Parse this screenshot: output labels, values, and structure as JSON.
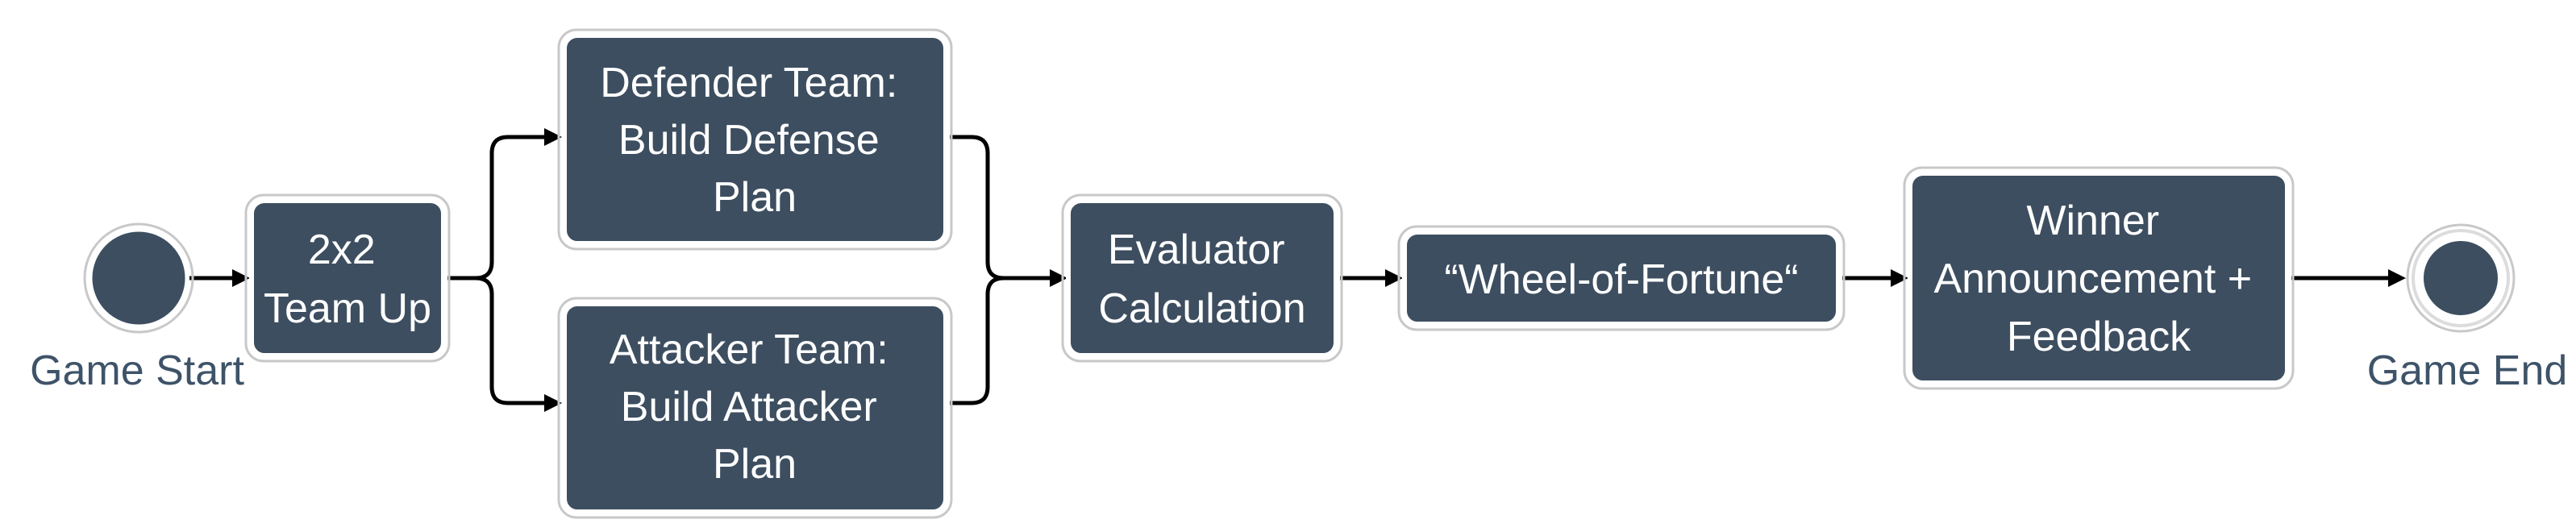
{
  "nodes": {
    "game_start": {
      "label": "Game Start"
    },
    "team_up": {
      "lines": [
        "2x2",
        "Team Up"
      ]
    },
    "defender": {
      "lines": [
        "Defender Team:",
        "Build Defense",
        "Plan"
      ]
    },
    "attacker": {
      "lines": [
        "Attacker Team:",
        "Build Attacker",
        "Plan"
      ]
    },
    "evaluator": {
      "lines": [
        "Evaluator",
        "Calculation"
      ]
    },
    "wheel": {
      "lines": [
        "“Wheel-of-Fortune“"
      ]
    },
    "winner": {
      "lines": [
        "Winner",
        "Announcement +",
        "Feedback"
      ]
    },
    "game_end": {
      "label": "Game End"
    }
  },
  "colors": {
    "node_fill": "#3d4e60",
    "node_text": "#ffffff",
    "event_label": "#3e5368",
    "edge": "#000000"
  }
}
